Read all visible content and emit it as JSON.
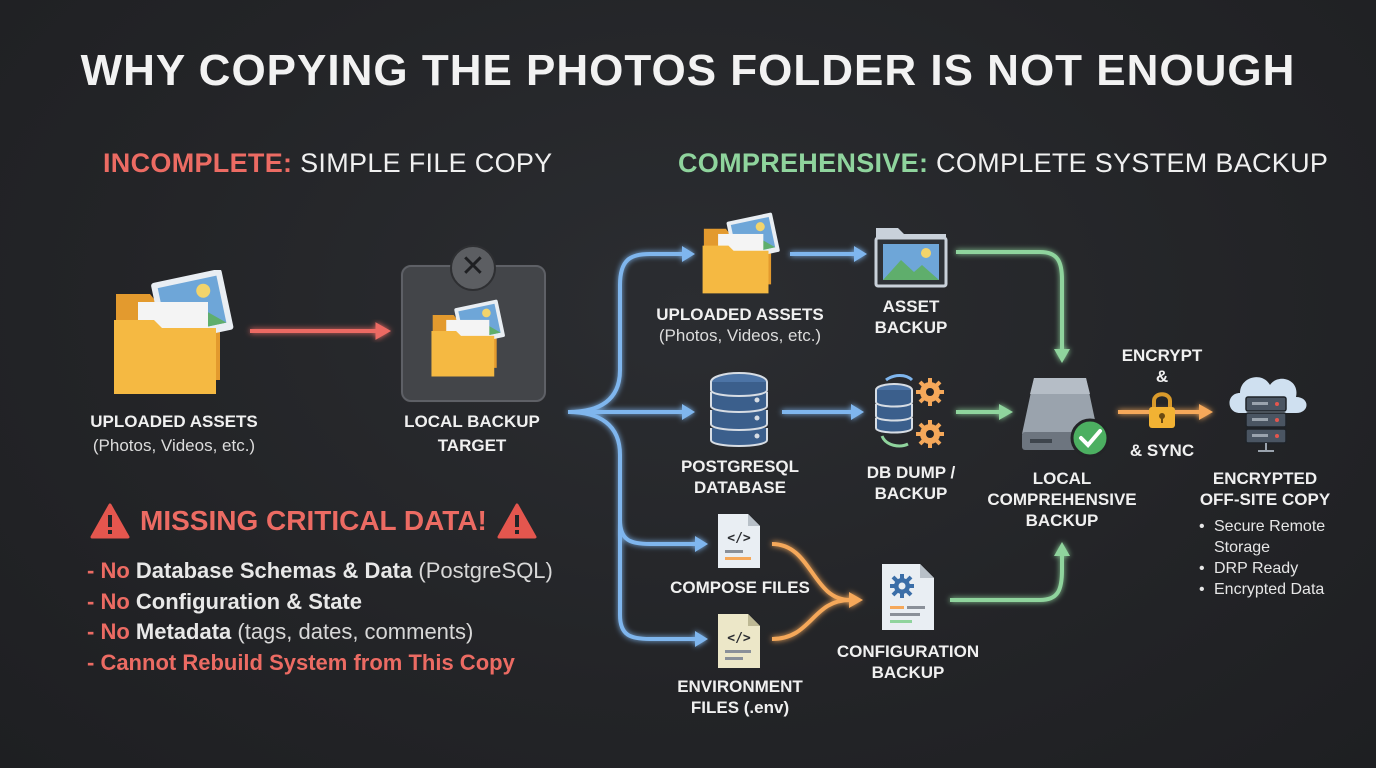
{
  "title": "WHY COPYING THE PHOTOS FOLDER IS NOT ENOUGH",
  "left_section": {
    "status": "INCOMPLETE:",
    "heading": "SIMPLE FILE COPY"
  },
  "right_section": {
    "status": "COMPREHENSIVE:",
    "heading": "COMPLETE SYSTEM BACKUP"
  },
  "nodes": {
    "uploaded_assets_left": {
      "title": "UPLOADED ASSETS",
      "note": "(Photos, Videos, etc.)"
    },
    "local_backup_target": {
      "title_1": "LOCAL BACKUP",
      "title_2": "TARGET"
    },
    "uploaded_assets_right": {
      "title": "UPLOADED ASSETS",
      "note": "(Photos, Videos, etc.)"
    },
    "asset_backup": {
      "title_1": "ASSET",
      "title_2": "BACKUP"
    },
    "postgresql": {
      "title_1": "POSTGRESQL",
      "title_2": "DATABASE"
    },
    "db_dump": {
      "title_1": "DB DUMP /",
      "title_2": "BACKUP"
    },
    "compose_files": {
      "title": "COMPOSE FILES"
    },
    "environment_files": {
      "title_1": "ENVIRONMENT",
      "title_2": "FILES (.env)"
    },
    "configuration_backup": {
      "title_1": "CONFIGURATION",
      "title_2": "BACKUP"
    },
    "local_comprehensive": {
      "title_1": "LOCAL",
      "title_2": "COMPREHENSIVE",
      "title_3": "BACKUP"
    },
    "encrypt_sync": {
      "line_1": "ENCRYPT",
      "line_2": "&",
      "line_3": "& SYNC"
    },
    "offsite": {
      "title_1": "ENCRYPTED",
      "title_2": "OFF-SITE COPY"
    }
  },
  "offsite_features": [
    "Secure Remote",
    "Storage",
    "DRP Ready",
    "Encrypted Data"
  ],
  "missing": {
    "title": "MISSING CRITICAL DATA!",
    "items": [
      {
        "prefix": "- No",
        "bold": "Database Schemas & Data",
        "rest": "(PostgreSQL)"
      },
      {
        "prefix": "- No",
        "bold": "Configuration & State",
        "rest": ""
      },
      {
        "prefix": "- No",
        "bold": "Metadata",
        "rest": "(tags, dates, comments)"
      }
    ],
    "last": "- Cannot Rebuild System from This Copy"
  },
  "colors": {
    "red": "#ec6b63",
    "green": "#8fd49d",
    "blue": "#7fb6ee",
    "orange": "#f5a85a",
    "folder": "#f5b942",
    "photo_frame": "#e9eef3"
  }
}
